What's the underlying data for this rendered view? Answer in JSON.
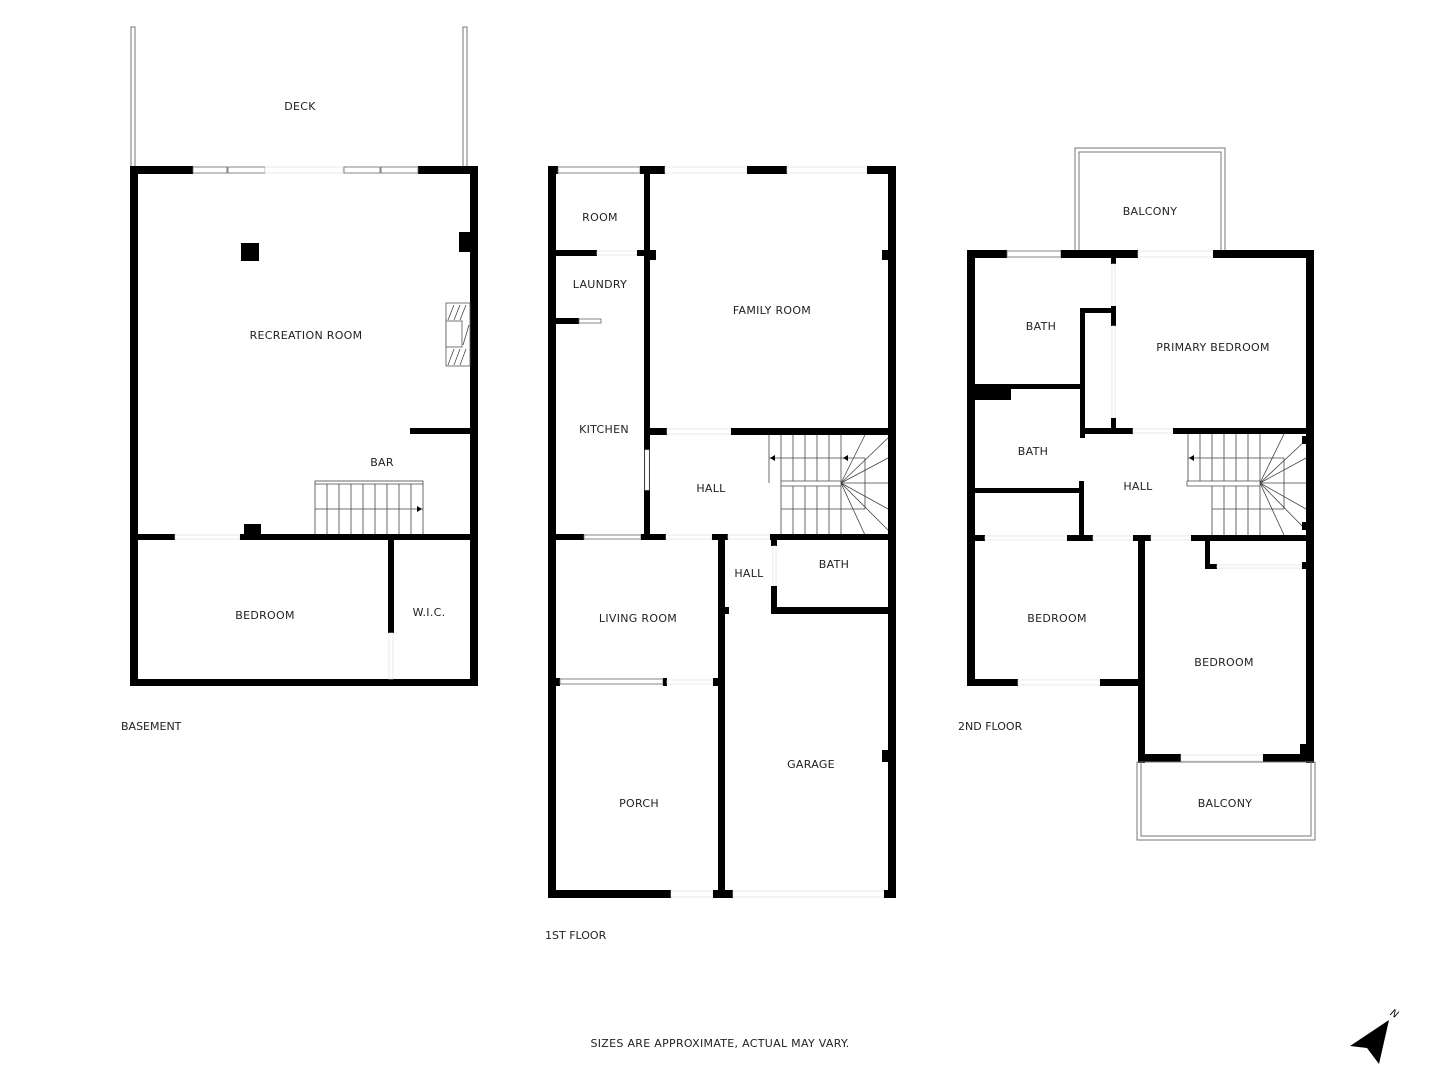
{
  "floors": [
    {
      "id": "basement",
      "label": "BASEMENT",
      "rooms": [
        {
          "name": "DECK"
        },
        {
          "name": "RECREATION ROOM"
        },
        {
          "name": "BAR"
        },
        {
          "name": "BEDROOM"
        },
        {
          "name": "W.I.C."
        }
      ]
    },
    {
      "id": "first",
      "label": "1ST FLOOR",
      "rooms": [
        {
          "name": "ROOM"
        },
        {
          "name": "LAUNDRY"
        },
        {
          "name": "KITCHEN"
        },
        {
          "name": "FAMILY ROOM"
        },
        {
          "name": "HALL"
        },
        {
          "name": "HALL"
        },
        {
          "name": "BATH"
        },
        {
          "name": "LIVING ROOM"
        },
        {
          "name": "PORCH"
        },
        {
          "name": "GARAGE"
        }
      ]
    },
    {
      "id": "second",
      "label": "2ND FLOOR",
      "rooms": [
        {
          "name": "BALCONY"
        },
        {
          "name": "BATH"
        },
        {
          "name": "PRIMARY BEDROOM"
        },
        {
          "name": "BATH"
        },
        {
          "name": "HALL"
        },
        {
          "name": "BEDROOM"
        },
        {
          "name": "BEDROOM"
        },
        {
          "name": "BALCONY"
        }
      ]
    }
  ],
  "footer": {
    "disclaimer": "SIZES ARE APPROXIMATE, ACTUAL MAY VARY."
  },
  "compass": {
    "icon": "north-arrow-icon",
    "label": "N"
  },
  "colors": {
    "wall": "#000000",
    "background": "#ffffff",
    "text": "#222222"
  }
}
